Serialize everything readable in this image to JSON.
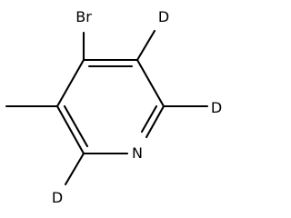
{
  "molecule": {
    "atoms": {
      "bromine": "Br",
      "nitrogen": "N",
      "deuterium_top_right": "D",
      "deuterium_right": "D",
      "deuterium_bottom_left": "D"
    },
    "colors": {
      "bond": "#000000",
      "label": "#000000",
      "background": "#ffffff"
    }
  }
}
